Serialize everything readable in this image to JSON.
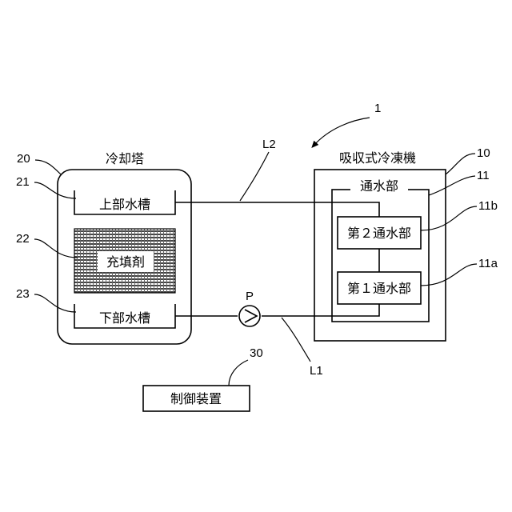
{
  "system_ref": "1",
  "cooling_tower": {
    "ref": "20",
    "title": "冷却塔",
    "upper_tank": {
      "ref": "21",
      "label": "上部水槽"
    },
    "filler": {
      "ref": "22",
      "label": "充填剤"
    },
    "lower_tank": {
      "ref": "23",
      "label": "下部水槽"
    }
  },
  "chiller": {
    "ref": "10",
    "title": "吸収式冷凍機",
    "water_section": {
      "ref": "11",
      "label": "通水部"
    },
    "second_section": {
      "ref": "11b",
      "label": "第２通水部"
    },
    "first_section": {
      "ref": "11a",
      "label": "第１通水部"
    }
  },
  "pipes": {
    "upper": "L2",
    "lower": "L1"
  },
  "pump": {
    "label": "P"
  },
  "controller": {
    "ref": "30",
    "label": "制御装置"
  }
}
